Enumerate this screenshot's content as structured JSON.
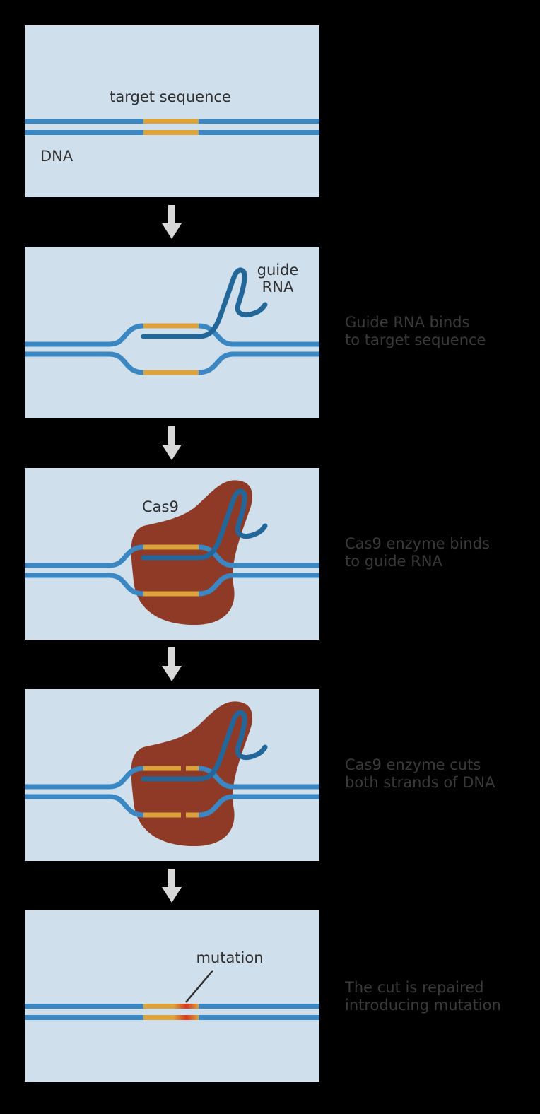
{
  "colors": {
    "background": "#000000",
    "panel": "#cfdfeb",
    "dna_strand": "#3a87c4",
    "target_sequence": "#dca23c",
    "guide_rna": "#23679a",
    "cas9": "#8e3a26",
    "mutation": "#d53a22",
    "arrow": "#d8d8d8",
    "caption_text": "#3a3a3a"
  },
  "steps": [
    {
      "labels": {
        "target": "target sequence",
        "dna": "DNA"
      },
      "caption": ""
    },
    {
      "labels": {
        "guide_line1": "guide",
        "guide_line2": "RNA"
      },
      "caption": "Guide RNA binds\nto target sequence"
    },
    {
      "labels": {
        "cas9": "Cas9"
      },
      "caption": "Cas9 enzyme binds\nto guide RNA"
    },
    {
      "labels": {},
      "caption": "Cas9 enzyme cuts\nboth strands of DNA"
    },
    {
      "labels": {
        "mutation": "mutation"
      },
      "caption": "The cut is repaired\nintroducing mutation"
    }
  ]
}
